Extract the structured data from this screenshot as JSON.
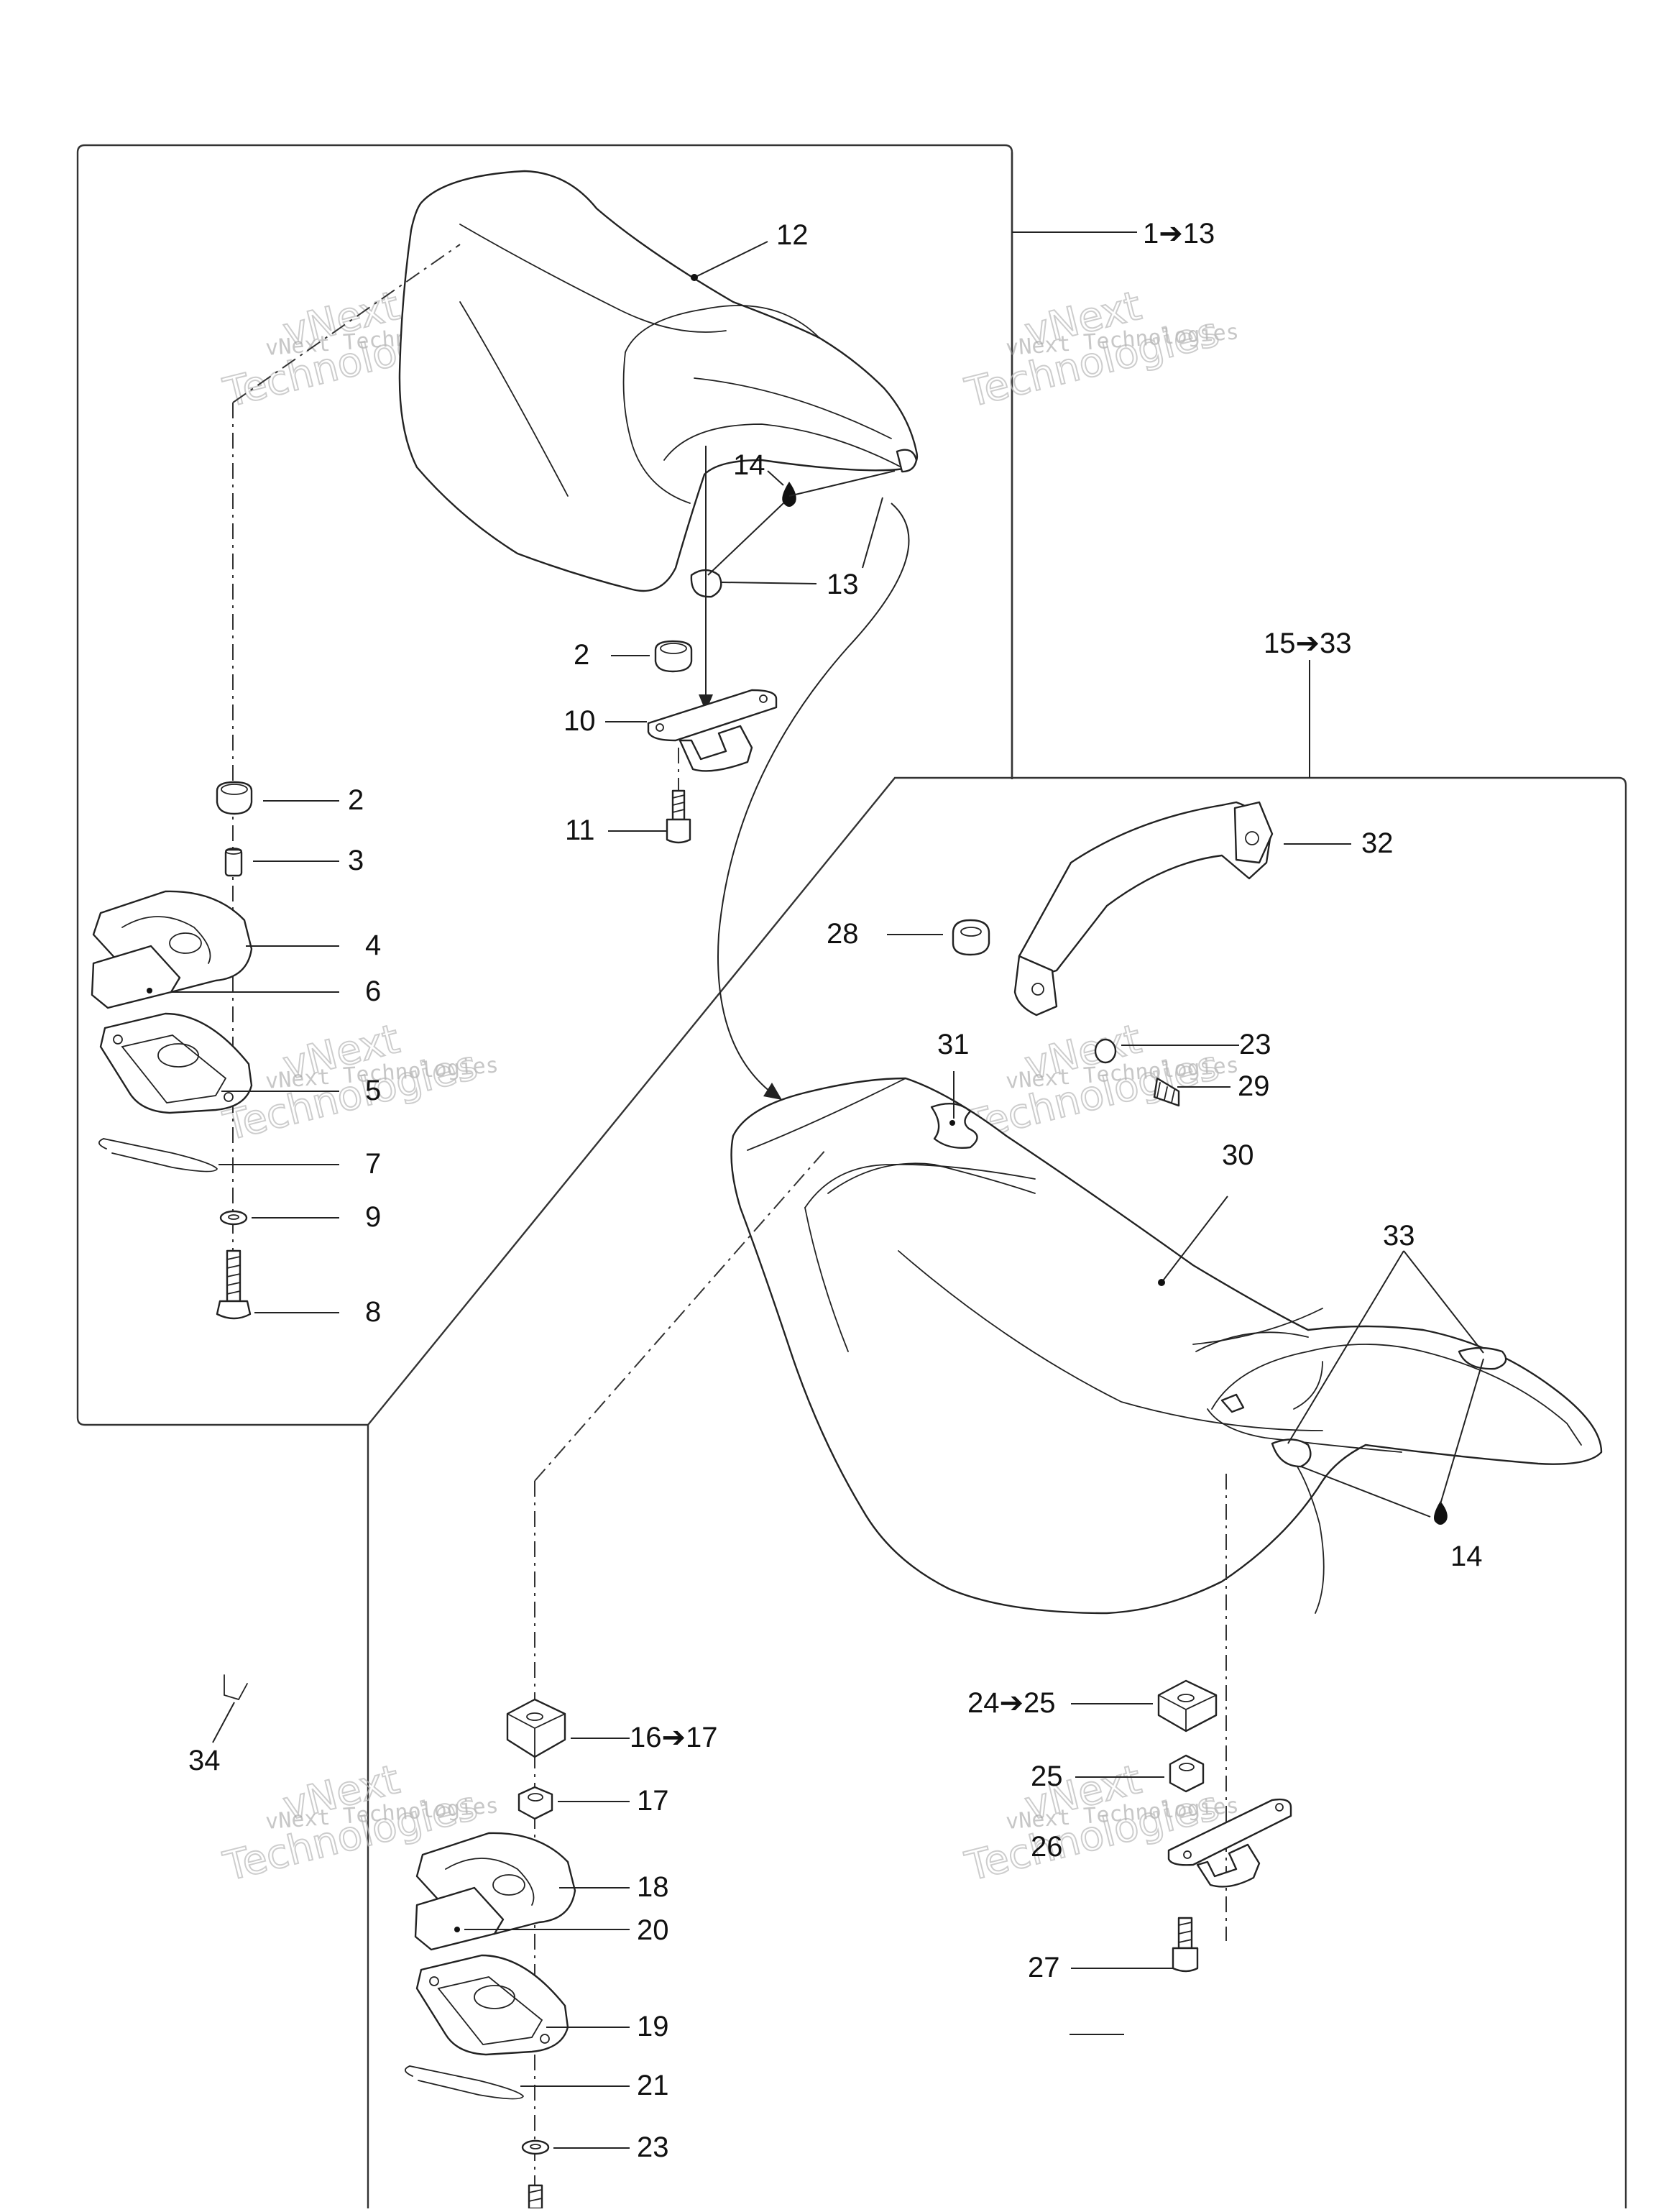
{
  "diagram": {
    "groups": {
      "top_left": "1➔13",
      "right": "15➔33"
    },
    "callouts": {
      "c12": "12",
      "c14a": "14",
      "c13": "13",
      "c2a": "2",
      "c10": "10",
      "c11": "11",
      "c2b": "2",
      "c3": "3",
      "c4": "4",
      "c6": "6",
      "c5": "5",
      "c7": "7",
      "c9": "9",
      "c8": "8",
      "c32": "32",
      "c28": "28",
      "c31": "31",
      "c23a": "23",
      "c29": "29",
      "c30": "30",
      "c33": "33",
      "c14b": "14",
      "c24_25": "24➔25",
      "c25": "25",
      "c26": "26",
      "c27": "27",
      "c16_17": "16➔17",
      "c17": "17",
      "c18": "18",
      "c20": "20",
      "c19": "19",
      "c21": "21",
      "c23b": "23",
      "c34": "34"
    },
    "watermark": {
      "line1": "vNext Technologies",
      "line2": "vNext",
      "line3": "Technologies"
    }
  }
}
